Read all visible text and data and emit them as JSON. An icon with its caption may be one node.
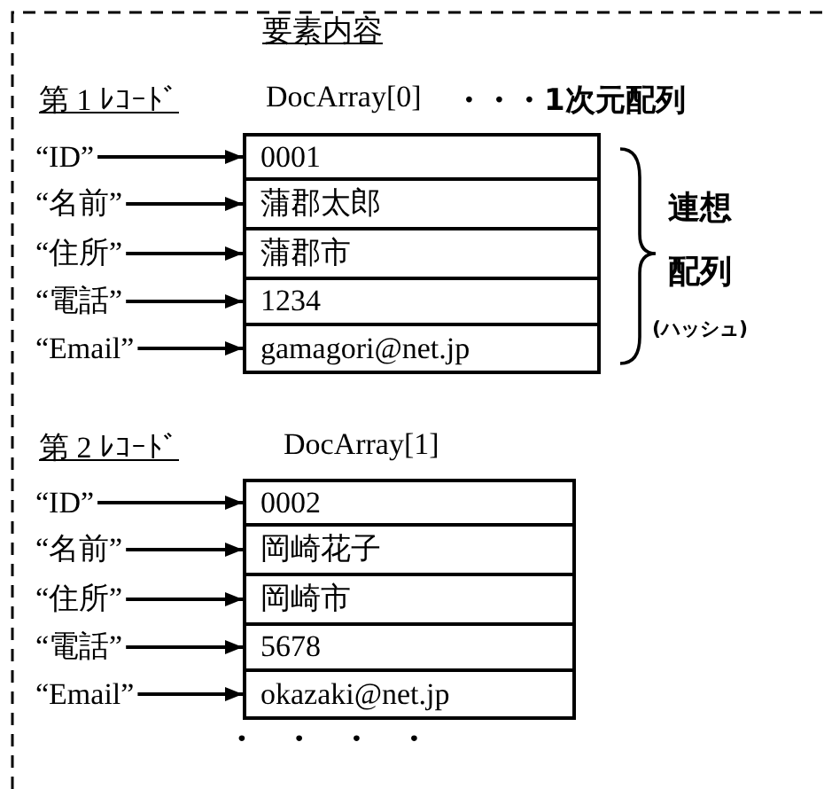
{
  "diagram": {
    "nodes": [
      {
        "text": [
          "“ID”"
        ]
      },
      {
        "text": [
          "0001"
        ]
      },
      {
        "text": [
          "“名前”"
        ]
      },
      {
        "text": [
          "蒲郡太郎"
        ]
      },
      {
        "text": [
          "“住所”"
        ]
      },
      {
        "text": [
          "蒲郡市"
        ]
      },
      {
        "text": [
          "“電話”"
        ]
      },
      {
        "text": [
          "1234"
        ]
      },
      {
        "text": [
          "“Email”"
        ]
      },
      {
        "text": [
          "gamagori@net.jp"
        ]
      },
      {
        "text": [
          "“ID”"
        ]
      },
      {
        "text": [
          "0002"
        ]
      },
      {
        "text": [
          "“名前”"
        ]
      },
      {
        "text": [
          "岡崎花子"
        ]
      },
      {
        "text": [
          "“住所”"
        ]
      },
      {
        "text": [
          "岡崎市"
        ]
      },
      {
        "text": [
          "“電話”"
        ]
      },
      {
        "text": [
          "5678"
        ]
      },
      {
        "text": [
          "“Email”"
        ]
      },
      {
        "text": [
          "okazaki@net.jp"
        ]
      }
    ],
    "edges": [
      {
        "from": 0,
        "to": 1,
        "arrow": "to"
      },
      {
        "from": 2,
        "to": 3,
        "arrow": "to"
      },
      {
        "from": 4,
        "to": 5,
        "arrow": "to"
      },
      {
        "from": 6,
        "to": 7,
        "arrow": "to"
      },
      {
        "from": 8,
        "to": 9,
        "arrow": "to"
      },
      {
        "from": 10,
        "to": 11,
        "arrow": "to"
      },
      {
        "from": 12,
        "to": 13,
        "arrow": "to"
      },
      {
        "from": 14,
        "to": 15,
        "arrow": "to"
      },
      {
        "from": 16,
        "to": 17,
        "arrow": "to"
      },
      {
        "from": 18,
        "to": 19,
        "arrow": "to"
      }
    ],
    "labels": [
      "要素内容",
      "第 1 ﾚｺｰﾄﾞ",
      "DocArray[0]",
      "・・・1次元配列",
      "連想配列",
      "(ハッシュ)",
      "第 2 ﾚｺｰﾄﾞ",
      "DocArray[1]",
      "• • • •"
    ]
  }
}
